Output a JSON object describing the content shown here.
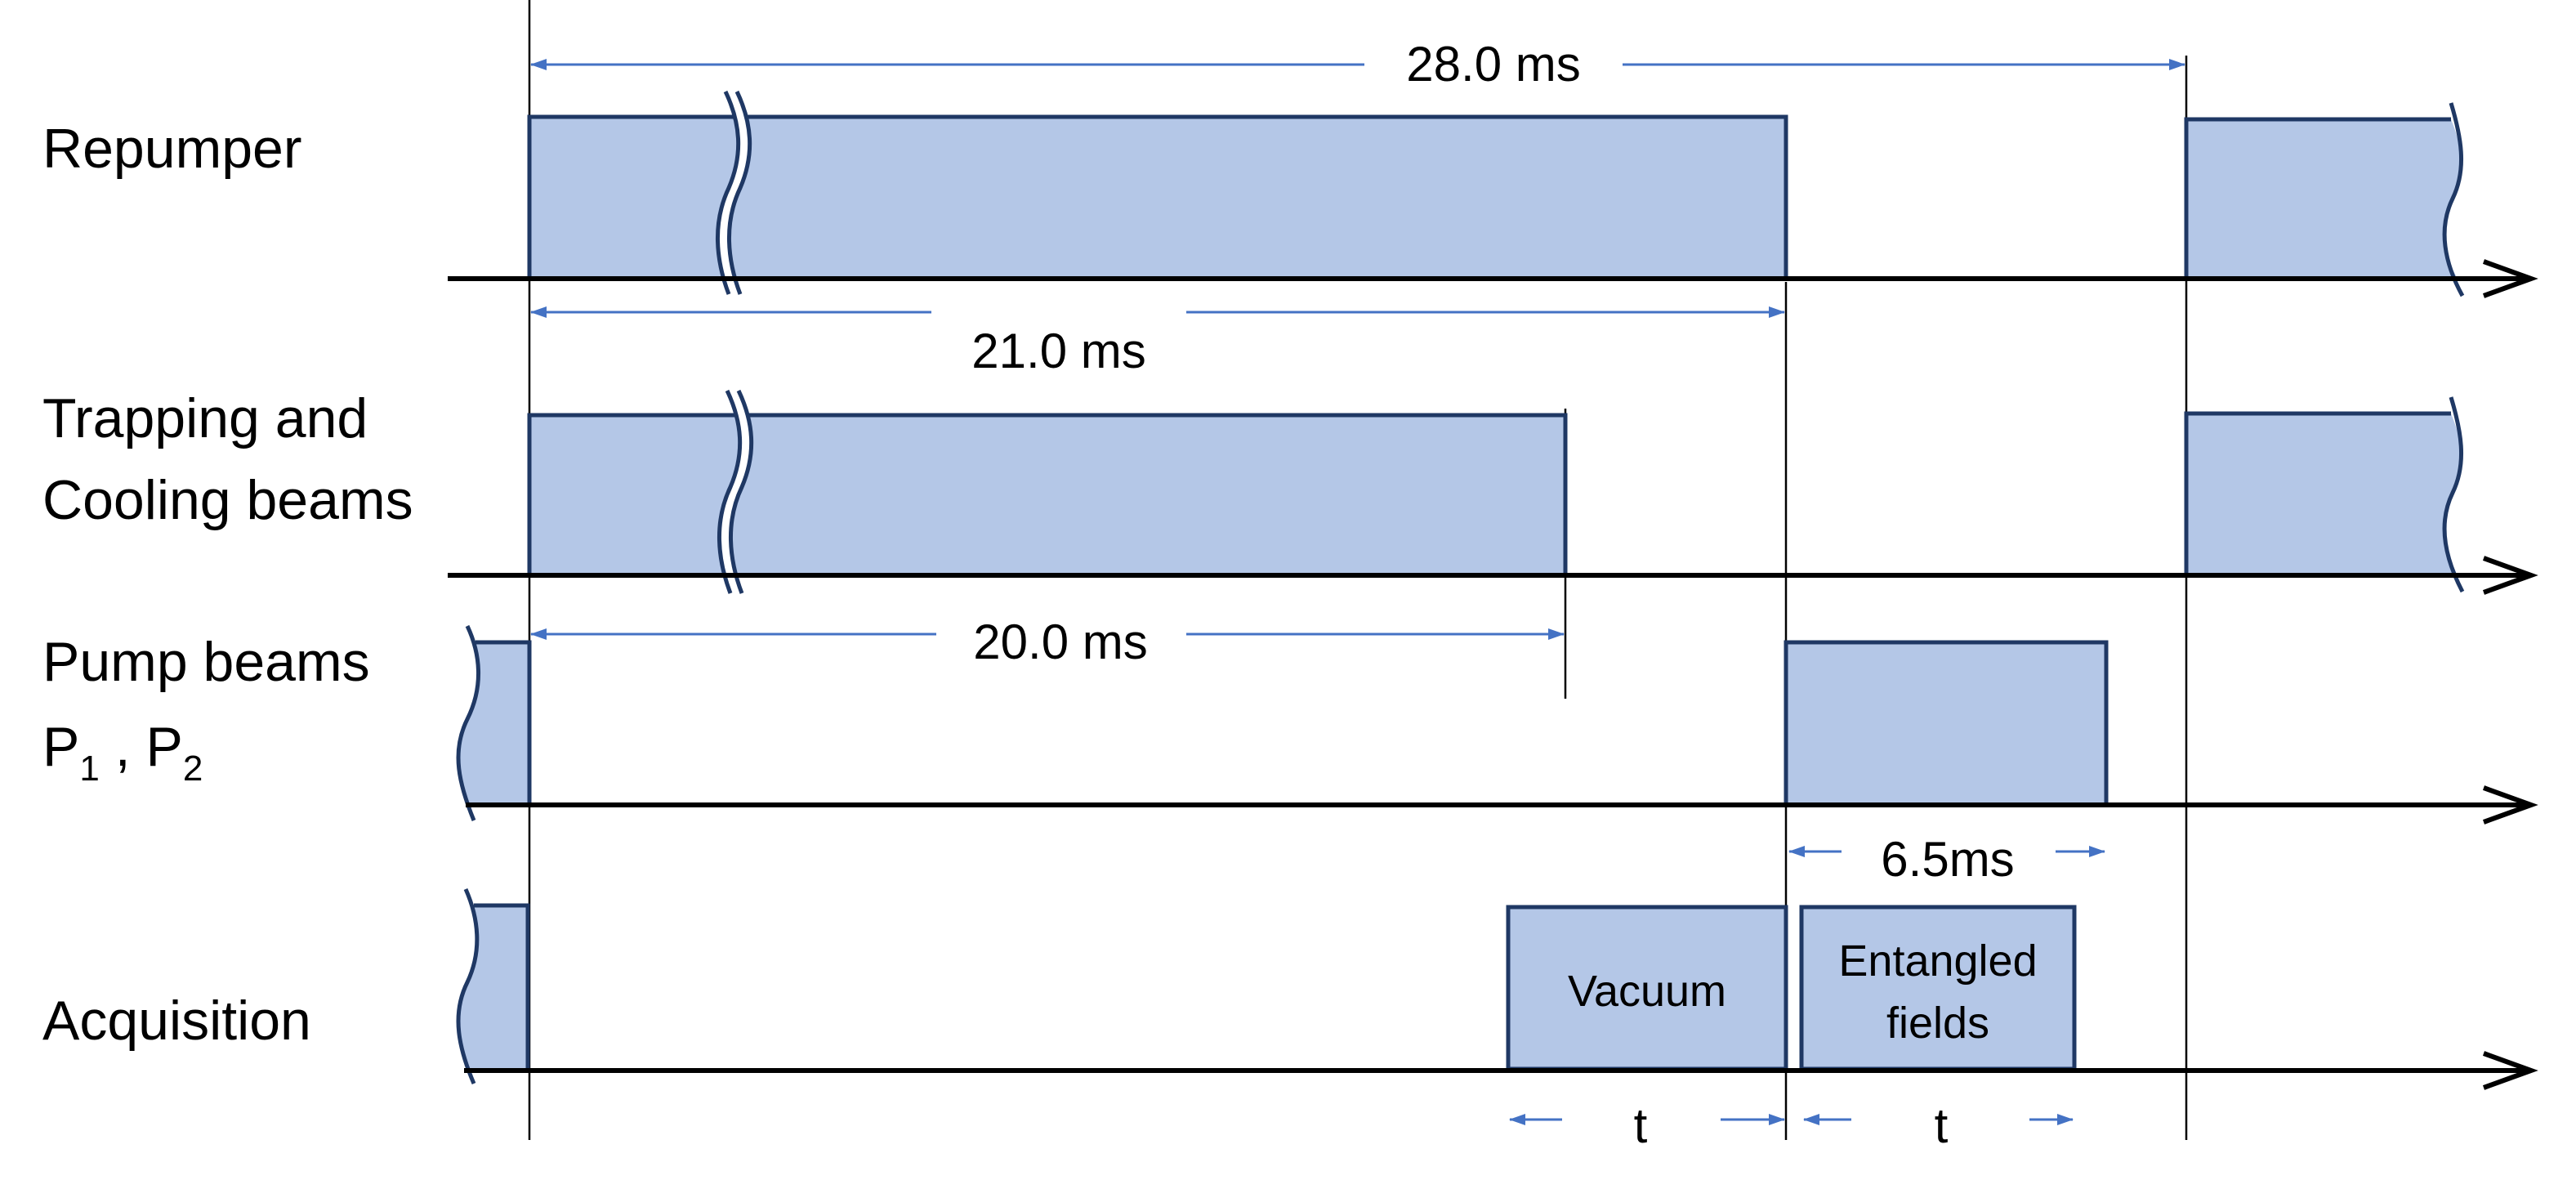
{
  "rows": {
    "repumper": "Repumper",
    "trapping_line1": "Trapping and",
    "trapping_line2": "Cooling beams",
    "pump_line1": "Pump beams",
    "pump_p1": "P",
    "pump_sub1": "1",
    "pump_sep": " , ",
    "pump_p2": "P",
    "pump_sub2": "2",
    "acquisition": "Acquisition"
  },
  "durations": {
    "cycle": "28.0 ms",
    "repumper_on": "21.0 ms",
    "trapping_on": "20.0 ms",
    "pump_on": "6.5ms",
    "vacuum_window": "t",
    "entangled_window": "t"
  },
  "boxes": {
    "vacuum": "Vacuum",
    "entangled_line1": "Entangled",
    "entangled_line2": "fields"
  },
  "colors": {
    "pulse_fill": "#b4c7e7",
    "pulse_edge": "#1f3864",
    "dimension_arrow": "#4472c4",
    "axis": "#000000"
  }
}
